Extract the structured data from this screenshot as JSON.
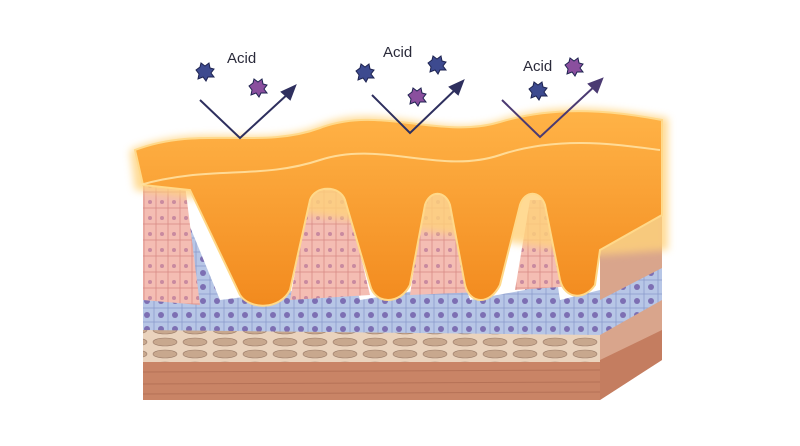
{
  "labels": [
    {
      "text": "Acid"
    },
    {
      "text": "Acid"
    },
    {
      "text": "Acid"
    }
  ],
  "icons": {
    "molecule": "acid-molecule-icon",
    "arrow": "reflection-arrow-icon"
  },
  "colors": {
    "mucus": "#f5962a",
    "mucus_light": "#ffc46a",
    "epithelium": "#f2b3aa",
    "basal_layer": "#a9bde0",
    "connective": "#e6c9ad",
    "muscle": "#c98466",
    "molecule_navy": "#3d4a8f",
    "molecule_purple": "#8a4f9e",
    "arrow": "#2e2f5e"
  }
}
